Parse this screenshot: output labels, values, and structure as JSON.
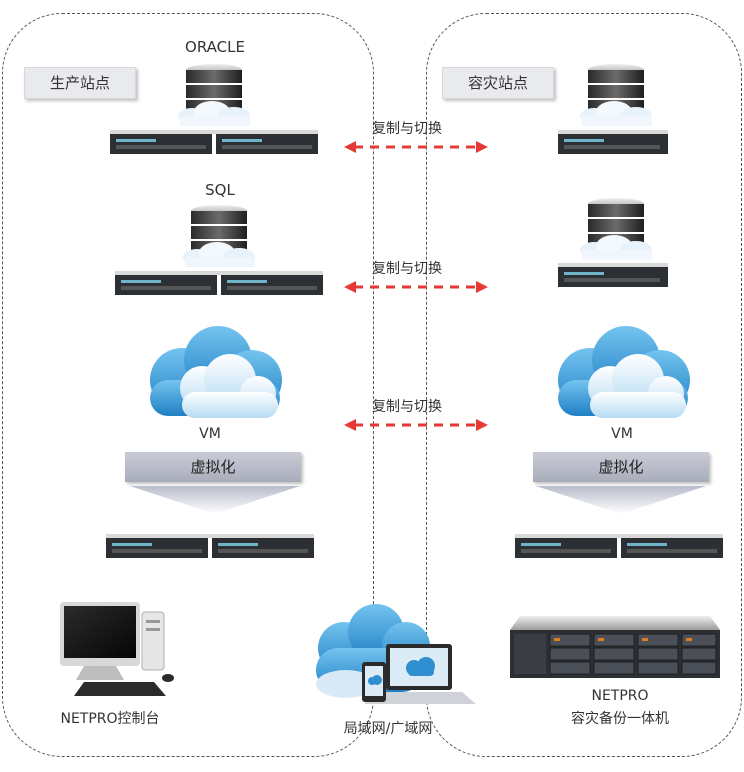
{
  "sites": {
    "production_label": "生产站点",
    "dr_label": "容灾站点"
  },
  "databases": {
    "oracle_label": "ORACLE",
    "sql_label": "SQL"
  },
  "replication": {
    "label_1": "复制与切换",
    "label_2": "复制与切换",
    "label_3": "复制与切换"
  },
  "vm": {
    "left_label": "VM",
    "right_label": "VM"
  },
  "virtualization": {
    "left_label": "虚拟化",
    "right_label": "虚拟化"
  },
  "bottom": {
    "console_label": "NETPRO控制台",
    "network_label": "局域网/广域网",
    "appliance_line1": "NETPRO",
    "appliance_line2": "容灾备份一体机"
  },
  "colors": {
    "arrow": "#e53935",
    "cloud_dark": "#2f8fd0",
    "cloud_light": "#cfe9f8",
    "server": "#2c2f33"
  }
}
